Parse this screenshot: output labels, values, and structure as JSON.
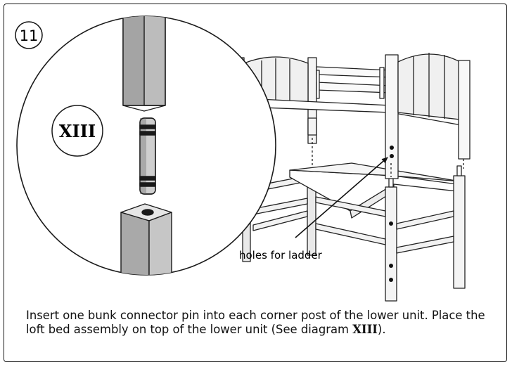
{
  "step": {
    "number": "11"
  },
  "detail": {
    "diagram_label": "XIII"
  },
  "callout": {
    "label": "holes for ladder"
  },
  "instructions": {
    "text_before": "Insert one bunk connector pin into each corner post of the lower unit. Place the loft bed assembly on top of the lower unit (See diagram ",
    "diagram_ref": "XIII",
    "text_after": ")."
  }
}
